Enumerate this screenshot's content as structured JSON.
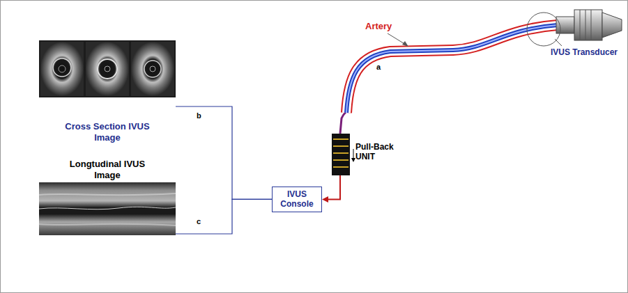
{
  "diagram": {
    "nodes": [
      {
        "text": [
          "Cross Section IVUS Image"
        ]
      },
      {
        "text": [
          "Longtudinal IVUS Image"
        ]
      },
      {
        "text": [
          "IVUS Console"
        ]
      },
      {
        "text": [
          "Pull-Back UNIT"
        ]
      }
    ],
    "edges": [
      {
        "from": 3,
        "to": 2,
        "arrow": "to"
      },
      {
        "from": 2,
        "to": 0,
        "arrow": "none"
      },
      {
        "from": 2,
        "to": 1,
        "arrow": "none"
      }
    ],
    "labels": [
      "Artery",
      "a",
      "IVUS Transducer",
      "b",
      "c"
    ]
  }
}
